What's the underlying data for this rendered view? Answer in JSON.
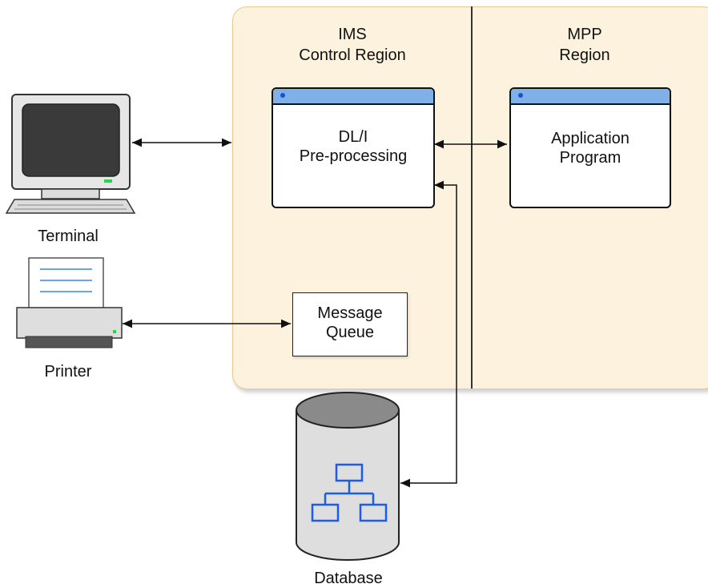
{
  "regions": {
    "ims": {
      "title_line1": "IMS",
      "title_line2": "Control Region"
    },
    "mpp": {
      "title_line1": "MPP",
      "title_line2": "Region"
    }
  },
  "boxes": {
    "dli": {
      "line1": "DL/I",
      "line2": "Pre-processing"
    },
    "app": {
      "line1": "Application",
      "line2": "Program"
    },
    "queue": {
      "line1": "Message",
      "line2": "Queue"
    }
  },
  "devices": {
    "terminal": "Terminal",
    "printer": "Printer",
    "database": "Database"
  },
  "icons": {
    "terminal": "desktop-computer-icon",
    "printer": "printer-icon",
    "database": "database-cylinder-icon",
    "hierarchy": "hierarchy-tree-icon"
  },
  "colors": {
    "region_fill": "#fdf2dd",
    "region_border": "#e9c987",
    "window_bar": "#7fb0e8",
    "hierarchy_blue": "#1a5cf0"
  }
}
